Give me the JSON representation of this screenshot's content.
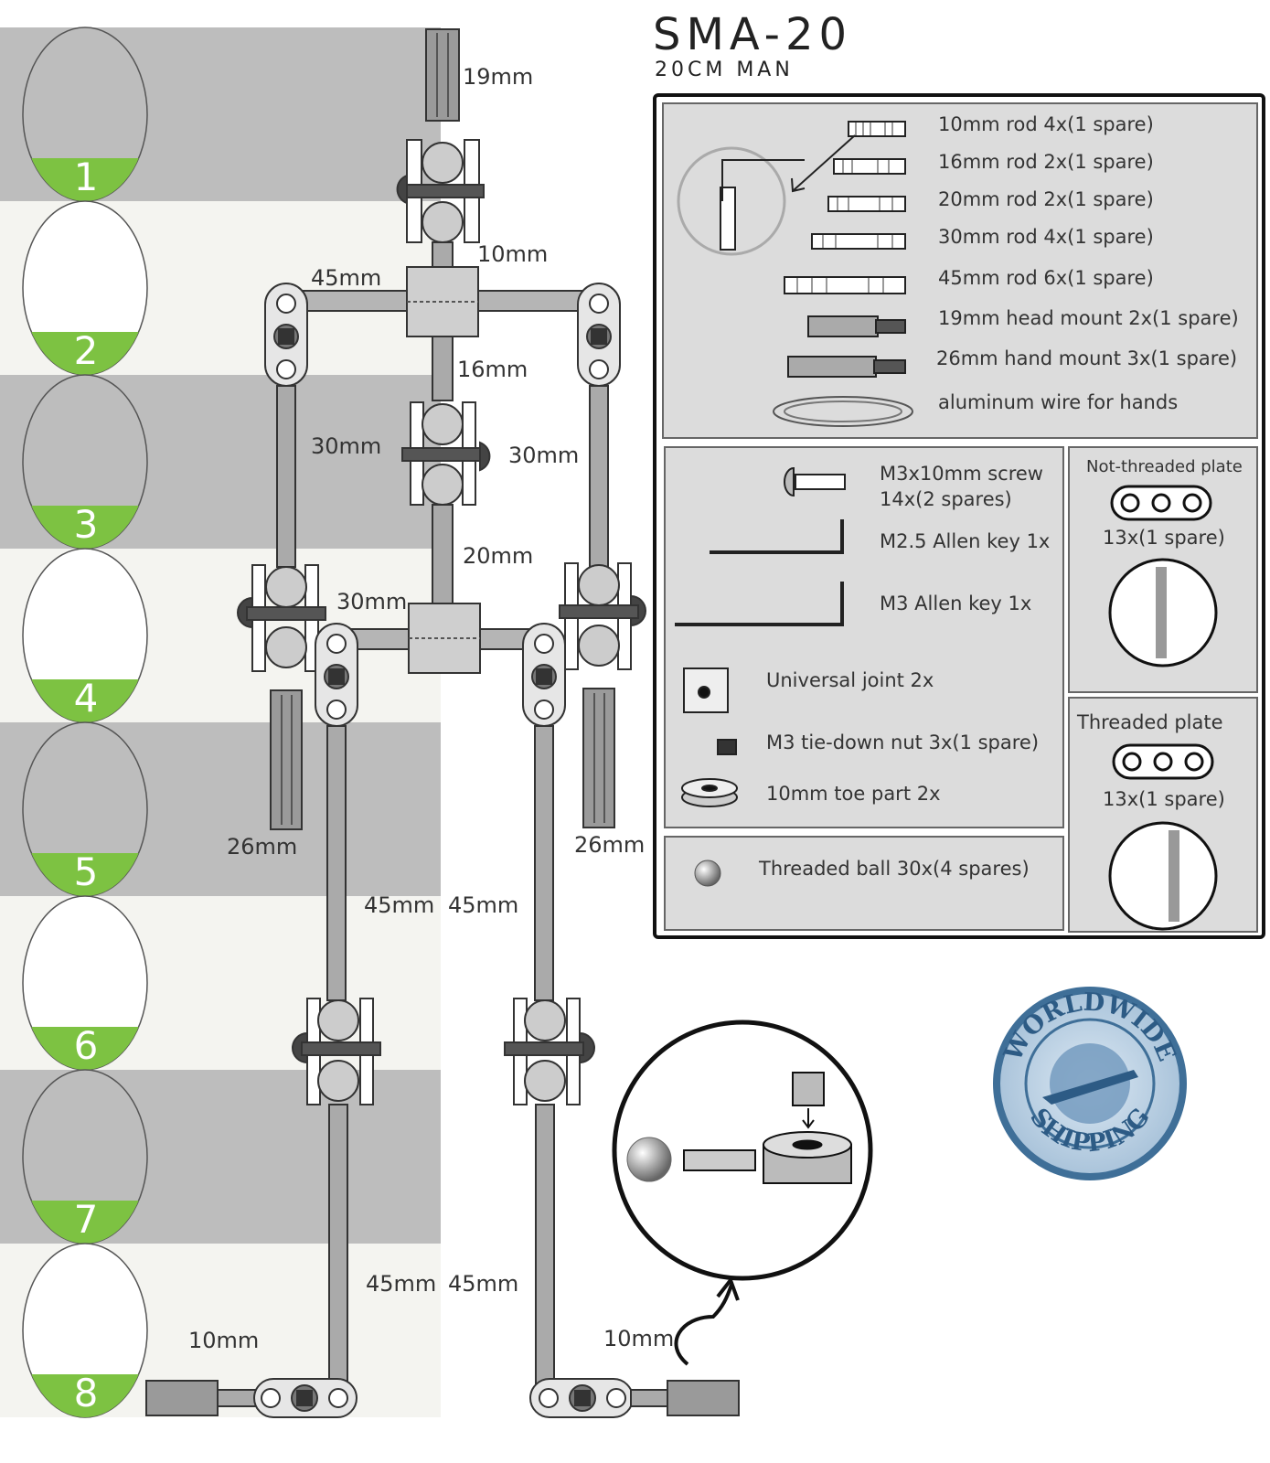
{
  "header": {
    "title": "SMA-20",
    "subtitle": "20CM MAN"
  },
  "scale_bands": [
    "1",
    "2",
    "3",
    "4",
    "5",
    "6",
    "7",
    "8"
  ],
  "skeleton_dims": {
    "head_rod": "19mm",
    "neck": "10mm",
    "shoulder": "45mm",
    "spine_upper": "16mm",
    "upper_arm_left": "30mm",
    "upper_arm_right": "30mm",
    "spine_lower": "20mm",
    "hip": "30mm",
    "hand_left": "26mm",
    "hand_right": "26mm",
    "thigh_left": "45mm",
    "thigh_right": "45mm",
    "shin_left": "45mm",
    "shin_right": "45mm",
    "foot_left": "10mm",
    "foot_right": "10mm"
  },
  "parts": [
    {
      "label": "10mm rod 4x(1 spare)"
    },
    {
      "label": "16mm rod 2x(1 spare)"
    },
    {
      "label": "20mm rod 2x(1 spare)"
    },
    {
      "label": "30mm rod 4x(1 spare)"
    },
    {
      "label": "45mm rod 6x(1 spare)"
    },
    {
      "label": "19mm head mount 2x(1 spare)"
    },
    {
      "label": "26mm hand mount 3x(1 spare)"
    },
    {
      "label": "aluminum wire for hands"
    }
  ],
  "hardware": {
    "screw": "M3x10mm screw",
    "screw_qty": "14x(2 spares)",
    "allen25": "M2.5 Allen key 1x",
    "allen3": "M3 Allen key 1x",
    "ujoint": "Universal joint  2x",
    "nut": "M3 tie-down nut 3x(1 spare)",
    "toe": "10mm toe part 2x",
    "ball": "Threaded ball 30x(4 spares)"
  },
  "plates": {
    "not_threaded_title": "Not-threaded plate",
    "not_threaded_qty": "13x(1 spare)",
    "threaded_title": "Threaded plate",
    "threaded_qty": "13x(1 spare)"
  },
  "badge": {
    "top": "WORLDWIDE",
    "bottom": "SHIPPING"
  },
  "colors": {
    "accent_green": "#7dc242",
    "band_dark": "#bdbdbd",
    "band_light": "#f4f4f0",
    "panel": "#dcdcdc"
  }
}
